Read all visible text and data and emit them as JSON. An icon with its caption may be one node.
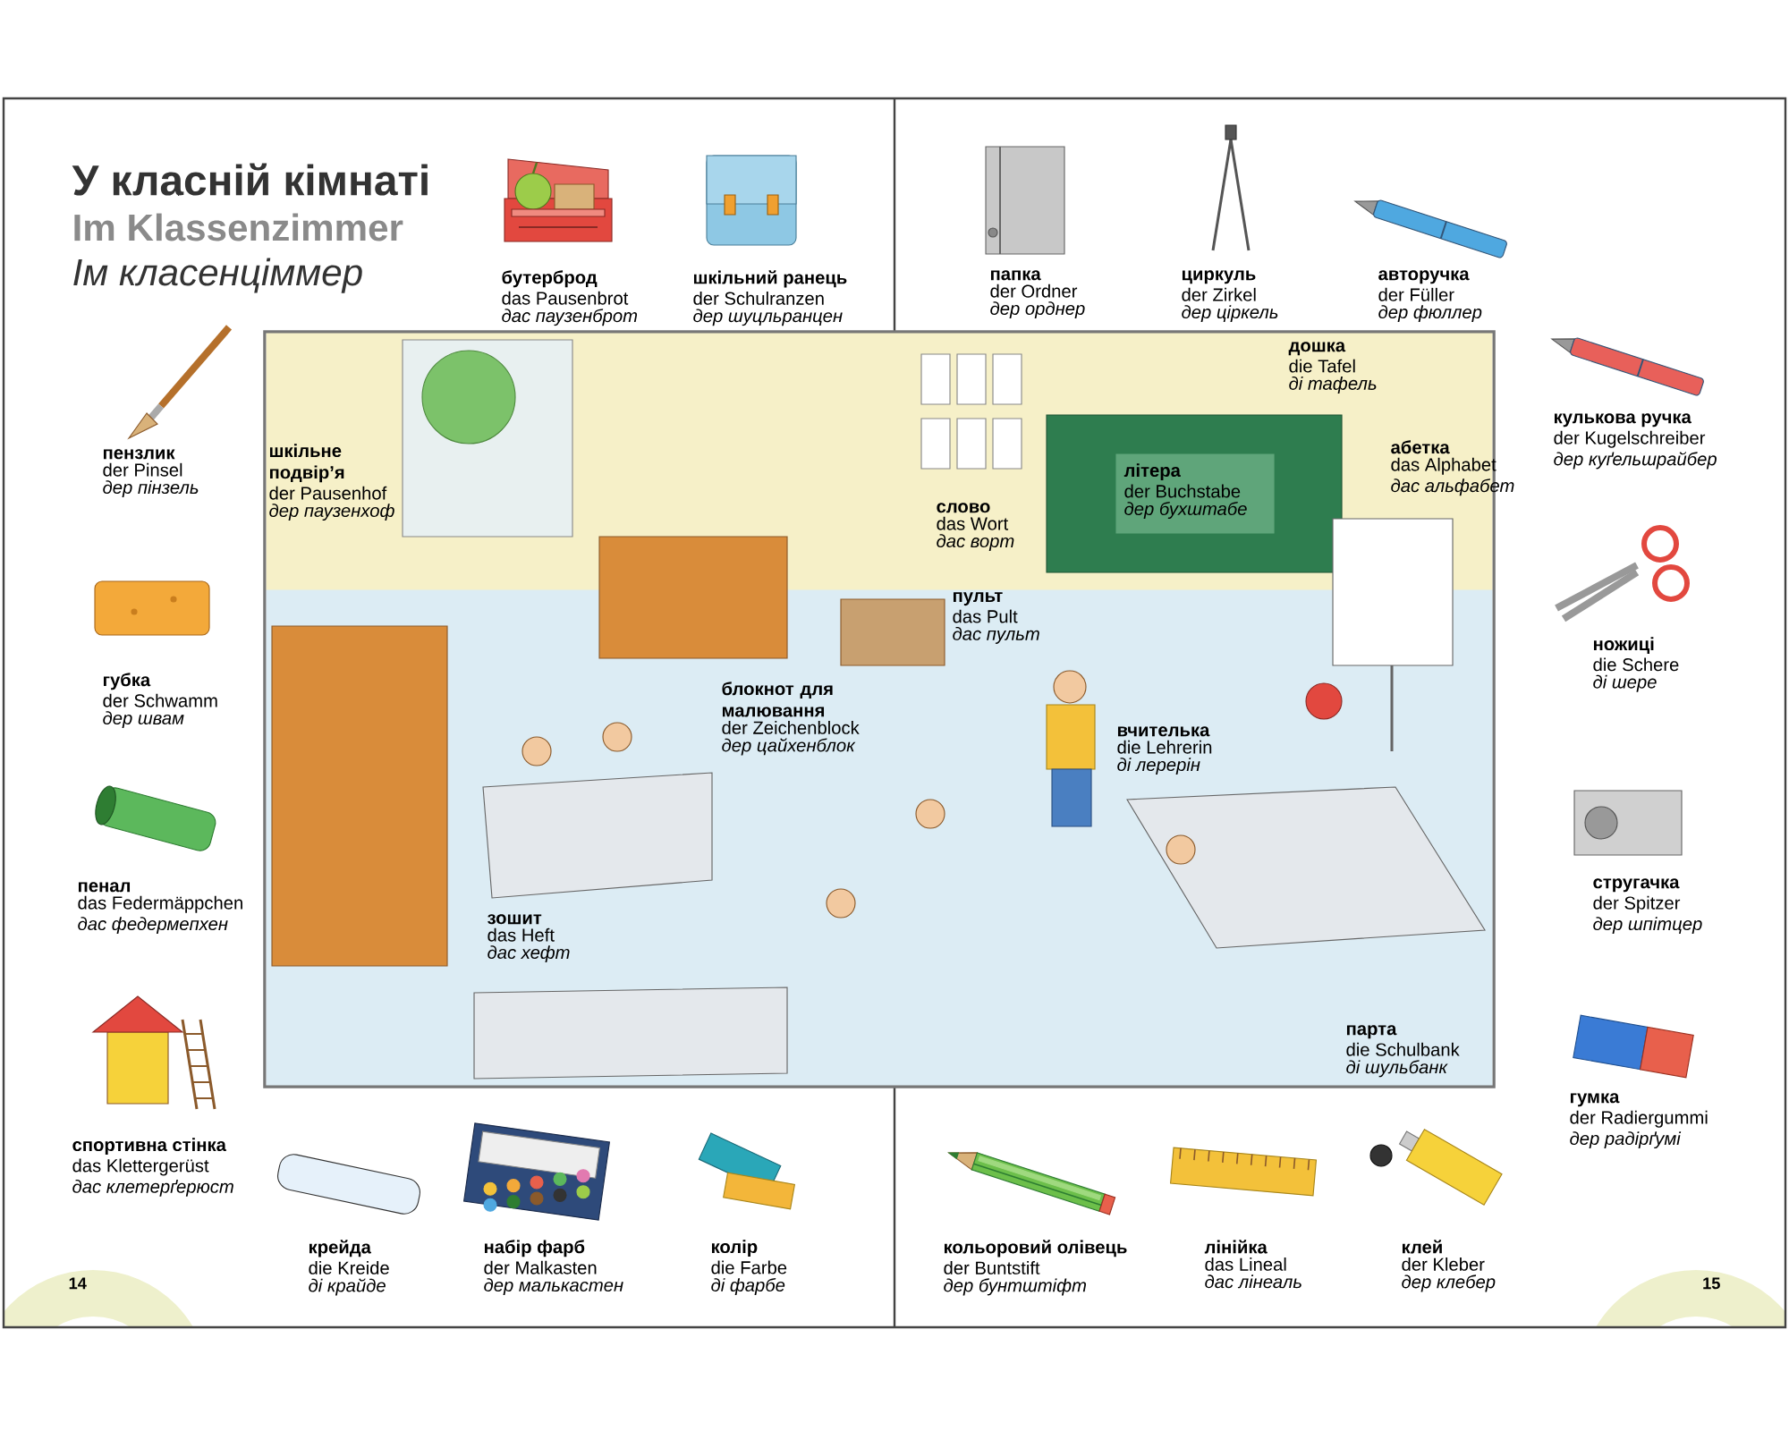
{
  "diagram": {
    "title": "У класній кімнаті",
    "nodes": [
      {
        "text": [],
        "shape": "picture",
        "beside": [
          "бутерброд",
          "das Pausenbrot",
          "дас паузенброт"
        ]
      },
      {
        "text": [],
        "shape": "picture",
        "beside": [
          "шкільний ранець",
          "der Schulranzen",
          "дер шуцльранцен"
        ]
      },
      {
        "text": [],
        "shape": "picture",
        "beside": [
          "папка",
          "der Ordner",
          "дер орднер"
        ]
      },
      {
        "text": [],
        "shape": "picture",
        "beside": [
          "циркуль",
          "der Zirkel",
          "дер ціркель"
        ]
      },
      {
        "text": [],
        "shape": "picture",
        "beside": [
          "авторучка",
          "der Füller",
          "дер фюллер"
        ]
      },
      {
        "text": [],
        "shape": "picture",
        "beside": [
          "пензлик",
          "der Pinsel",
          "дер пінзель"
        ]
      },
      {
        "text": [],
        "shape": "picture",
        "beside": [
          "кулькова ручка",
          "der Kugelschreiber",
          "дер куґельшрайбер"
        ]
      },
      {
        "text": [],
        "shape": "picture",
        "beside": [
          "губка",
          "der Schwamm",
          "дер швам"
        ]
      },
      {
        "text": [],
        "shape": "picture",
        "beside": [
          "ножиці",
          "die Schere",
          "ді шере"
        ]
      },
      {
        "text": [],
        "shape": "picture",
        "beside": [
          "пенал",
          "das Federmäppchen",
          "дас федермепхен"
        ]
      },
      {
        "text": [],
        "shape": "picture",
        "beside": [
          "стругачка",
          "der Spitzer",
          "дер шпітцер"
        ]
      },
      {
        "text": [],
        "shape": "picture",
        "beside": [
          "спортивна стінка",
          "das Klettergerüst",
          "дас клетерґерюст"
        ]
      },
      {
        "text": [],
        "shape": "picture",
        "beside": [
          "гумка",
          "der Radiergummi",
          "дер радірґумі"
        ]
      },
      {
        "text": [],
        "shape": "picture",
        "beside": [
          "крейда",
          "die Kreide",
          "ді крайде"
        ]
      },
      {
        "text": [],
        "shape": "picture",
        "beside": [
          "набір фарб",
          "der Malkasten",
          "дер малькастен"
        ]
      },
      {
        "text": [],
        "shape": "picture",
        "beside": [
          "колір",
          "die Farbe",
          "ді фарбе"
        ]
      },
      {
        "text": [],
        "shape": "picture",
        "beside": [
          "кольоровий олівець",
          "der Buntstift",
          "дер бунтштіфт"
        ]
      },
      {
        "text": [],
        "shape": "picture",
        "beside": [
          "лінійка",
          "das Lineal",
          "дас лінеаль"
        ]
      },
      {
        "text": [],
        "shape": "picture",
        "beside": [
          "клей",
          "der Kleber",
          "дер клебер"
        ]
      },
      {
        "text": [],
        "shape": "picture"
      }
    ],
    "labels": [
      "Im Klassenzimmer",
      "Ім класенціммер",
      "дошка",
      "die Tafel",
      "ді тафель",
      "абетка",
      "das Alphabet",
      "дас альфабет",
      "шкільне подвір’я",
      "der Pausenhof",
      "дер паузенхоф",
      "літера",
      "der Buchstabe",
      "дер бухштабе",
      "слово",
      "das Wort",
      "дас ворт",
      "пульт",
      "das Pult",
      "дас пульт",
      "блокнот для малювання",
      "der Zeichenblock",
      "дер цайхенблок",
      "вчителька",
      "die Lehrerin",
      "ді лерерін",
      "зошит",
      "das Heft",
      "дас хефт",
      "парта",
      "die Schulbank",
      "ді шульбанк",
      "14",
      "15"
    ]
  }
}
